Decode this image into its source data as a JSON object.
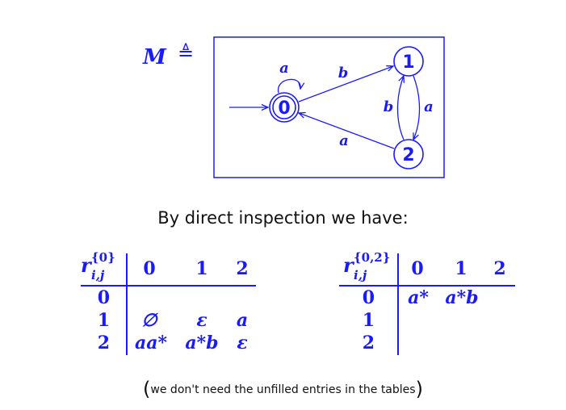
{
  "machine": {
    "name": "M",
    "defined_as": "≜",
    "states": [
      "0",
      "1",
      "2"
    ],
    "transitions": [
      {
        "from": "0",
        "to": "0",
        "label": "a"
      },
      {
        "from": "0",
        "to": "1",
        "label": "b"
      },
      {
        "from": "1",
        "to": "2",
        "label": "a"
      },
      {
        "from": "2",
        "to": "1",
        "label": "b"
      },
      {
        "from": "2",
        "to": "0",
        "label": "a"
      }
    ]
  },
  "caption": "By direct inspection we have:",
  "table1": {
    "r": "r",
    "sup": "{0}",
    "sub": "i,j",
    "columns": [
      "0",
      "1",
      "2"
    ],
    "rows": [
      {
        "label": "0",
        "cells": [
          "",
          "",
          ""
        ]
      },
      {
        "label": "1",
        "cells": [
          "∅",
          "ε",
          "a"
        ]
      },
      {
        "label": "2",
        "cells": [
          "aa*",
          "a*b",
          "ε"
        ]
      }
    ]
  },
  "table2": {
    "r": "r",
    "sup": "{0,2}",
    "sub": "i,j",
    "columns": [
      "0",
      "1",
      "2"
    ],
    "rows": [
      {
        "label": "0",
        "cells": [
          "a*",
          "a*b",
          ""
        ]
      },
      {
        "label": "1",
        "cells": [
          "",
          "",
          ""
        ]
      },
      {
        "label": "2",
        "cells": [
          "",
          "",
          ""
        ]
      }
    ]
  },
  "footnote": {
    "open": "(",
    "text": "we don't need the unfilled entries in the tables",
    "close": ")"
  },
  "colors": {
    "accent": "#1a1aff",
    "text": "#111111"
  }
}
